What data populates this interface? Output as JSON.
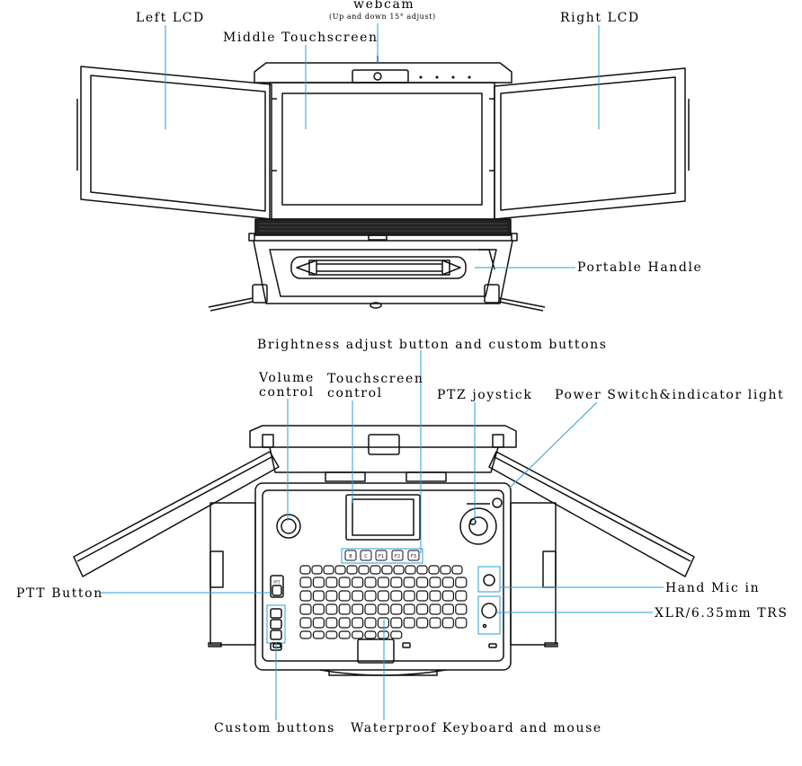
{
  "labels": {
    "webcam": "webcam",
    "webcam_note": "(Up and down 15° adjust)",
    "left_lcd": "Left LCD",
    "middle_touchscreen": "Middle Touchscreen",
    "right_lcd": "Right LCD",
    "portable_handle": "Portable Handle",
    "brightness": "Brightness adjust button and custom buttons",
    "volume_line1": "Volume",
    "volume_line2": "control",
    "touch_line1": "Touchscreen",
    "touch_line2": "control",
    "ptz": "PTZ joystick",
    "power": "Power Switch&indicator light",
    "ptt": "PTT Button",
    "hand_mic": "Hand Mic in",
    "xlr": "XLR/6.35mm TRS",
    "custom_buttons": "Custom buttons",
    "keyboard": "Waterproof Keyboard and mouse"
  },
  "buttons": {
    "b1": "B",
    "b2": "C",
    "b3": "F1",
    "b4": "F2",
    "b5": "F3",
    "ptt": "PTT"
  },
  "colors": {
    "leader_line": "#2a9fd6",
    "outline": "#111111"
  }
}
